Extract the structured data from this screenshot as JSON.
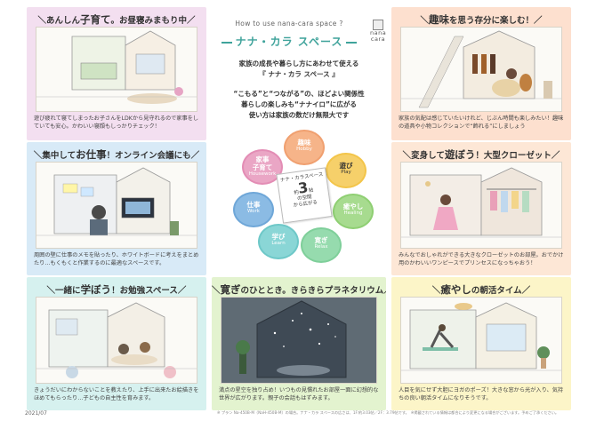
{
  "header": {
    "how_to": "How to use nana-cara space ?",
    "title": "ナナ・カラ スペース",
    "logo_line1": "nana",
    "logo_line2": "cara"
  },
  "intro": {
    "line1": "家族の成長や暮らし方にあわせて使える",
    "line2": "『 ナナ・カラ スペース 』",
    "line3": "“こもる”と“つながる”の、ほどよい関係性",
    "line4": "暮らしの楽しみも“ナナイロ”に広がる",
    "line5": "使い方は家族の数だけ無限大です"
  },
  "diagram": {
    "center_top": "ナナ・カラスペース",
    "center_prefix": "約",
    "center_num": "3",
    "center_unit": "帖",
    "center_line2": "の空間",
    "center_line3": "から広がる",
    "petals": [
      {
        "jp": "趣味",
        "en": "Hobby",
        "color": "#f0a070"
      },
      {
        "jp": "遊び",
        "en": "Play",
        "color": "#f3c54a"
      },
      {
        "jp": "癒やし",
        "en": "Healing",
        "color": "#8fcf73"
      },
      {
        "jp": "寛ぎ",
        "en": "Relax",
        "color": "#7fcf9a"
      },
      {
        "jp": "学び",
        "en": "Learn",
        "color": "#6ec8c8"
      },
      {
        "jp": "仕事",
        "en": "Work",
        "color": "#6fa7d8"
      },
      {
        "jp": "家事\n子育て",
        "en": "Housework",
        "color": "#e38db5"
      }
    ]
  },
  "cards": {
    "nap": {
      "title_pre": "＼あんしん",
      "title_big": "子育て",
      "title_post": "。お昼寝みまもり中／",
      "caption": "遊び疲れて寝てしまったお子さんをLDKから見守れるので家事をしていても安心。かわいい寝顔もしっかりチェック！",
      "bg": "#f3dff0"
    },
    "work": {
      "title_pre": "＼集中して",
      "title_big": "お仕事",
      "title_post": "！オンライン会議にも／",
      "caption": "周囲の壁に仕事のメモを貼ったり、ホワイトボードに考えをまとめたり…もくもくと作業するのに最適なスペースです。",
      "bg": "#d8eaf7"
    },
    "study": {
      "title_pre": "＼一緒に",
      "title_big": "学ぼう",
      "title_post": "！お勉強スペース／",
      "caption": "きょうだいにわからないことを教えたり、上手に出来たお絵描きをほめてもらったり…子どもの自主性を育みます。",
      "bg": "#d6f1ef"
    },
    "relax": {
      "title_pre": "＼",
      "title_big": "寛ぎ",
      "title_post": "のひととき。きらきらプラネタリウム／",
      "caption": "満点の星空を独り占め！いつもの見慣れたお部屋一面に幻想的な世界が広がります。親子の会話もはずみます。",
      "bg": "#e3f3cf"
    },
    "hobby": {
      "title_pre": "＼",
      "title_big": "趣味",
      "title_post": "を思う存分に楽しむ！／",
      "caption": "家族の気配は感じていたいけれど、じぶん時間も楽しみたい！趣味の道具や小物コレクションで“飾れる”にしましょう",
      "bg": "#fde0cf"
    },
    "play": {
      "title_pre": "＼変身して",
      "title_big": "遊ぼう",
      "title_post": "！大型クローゼット／",
      "caption": "みんなでおしゃれができる大きなクローゼットのお部屋。おでかけ用のかわいいワンピースでプリンセスになっちゃおう！",
      "bg": "#fde7d6"
    },
    "healing": {
      "title_pre": "＼",
      "title_big": "癒やし",
      "title_post": "の朝活タイム／",
      "caption": "人目を気にせず大胆にヨガのポーズ！大きな窓から光が入り、気持ちの良い朝活タイムになりそうです。",
      "bg": "#fcf5c8"
    }
  },
  "footer": {
    "date": "2021/07",
    "note": "※ プラン Na-450B-M（NaH-450B-M）の場合。ナナ・カラ スペースの広さは、1F:約3.03帖／2F：3.79帖です。　※掲載されている情報は都合により変更になる場合がございます。予めご了承ください。"
  }
}
